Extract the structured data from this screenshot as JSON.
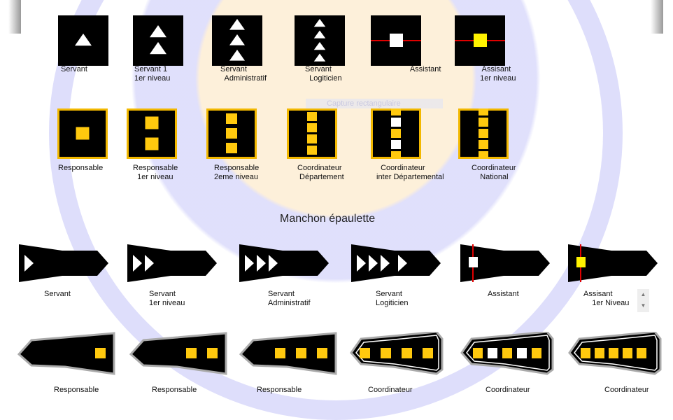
{
  "ghost_tooltip": "Capture rectangulaire",
  "section_title": "Manchon épaulette",
  "colors": {
    "gold": "#ffc90e",
    "yellow": "#fff200",
    "red": "#e00000",
    "border": "#f2b800"
  },
  "badges_row1": [
    {
      "label": "Servant",
      "kind": "tri",
      "count": 1
    },
    {
      "label": "Servant 1\n1er niveau",
      "kind": "tri",
      "count": 2
    },
    {
      "label": "Servant\n  Administratif",
      "kind": "tri",
      "count": 3
    },
    {
      "label": "Servant\n  Logiticien",
      "kind": "tri",
      "count": 4
    },
    {
      "label": "        Assistant",
      "kind": "line",
      "fill": "#ffffff"
    },
    {
      "label": "   Assisant\n  1er niveau",
      "kind": "line",
      "fill": "#fff200"
    }
  ],
  "badges_row2": [
    {
      "label": "Responsable",
      "pattern": "y"
    },
    {
      "label": "Responsable\n  1er niveau",
      "pattern": "yy"
    },
    {
      "label": "Responsable\n2eme niveau",
      "pattern": "yyy"
    },
    {
      "label": "Coordinateur\n Département",
      "pattern": "yyyy"
    },
    {
      "label": "  Coordinateur\ninter Départemental",
      "pattern": "ywywy"
    },
    {
      "label": "Coordinateur\n    National",
      "pattern": "yyyyy"
    }
  ],
  "epaulettes_row1": [
    {
      "label": "Servant",
      "kind": "tri",
      "count": 1
    },
    {
      "label": "Servant\n1er niveau",
      "kind": "tri",
      "count": 2
    },
    {
      "label": "Servant\nAdministratif",
      "kind": "tri",
      "count": 3
    },
    {
      "label": "Servant\nLogiticien",
      "kind": "tri",
      "count": 4
    },
    {
      "label": "Assistant",
      "kind": "line",
      "fill": "#ffffff"
    },
    {
      "label": "Assisant\n    1er Niveau",
      "kind": "line",
      "fill": "#fff200"
    }
  ],
  "epaulettes_row2": [
    {
      "label": "Responsable",
      "pattern": "y",
      "double": false
    },
    {
      "label": "Responsable",
      "pattern": "yy",
      "double": false
    },
    {
      "label": "Responsable",
      "pattern": "yyy",
      "double": false
    },
    {
      "label": "Coordinateur",
      "pattern": "yyyy",
      "double": true
    },
    {
      "label": "Coordinateur",
      "pattern": "ywywy",
      "double": true
    },
    {
      "label": "Coordinateur",
      "pattern": "yyyyy",
      "double": true
    }
  ],
  "scroll": {
    "up": "▲",
    "down": "▼"
  }
}
